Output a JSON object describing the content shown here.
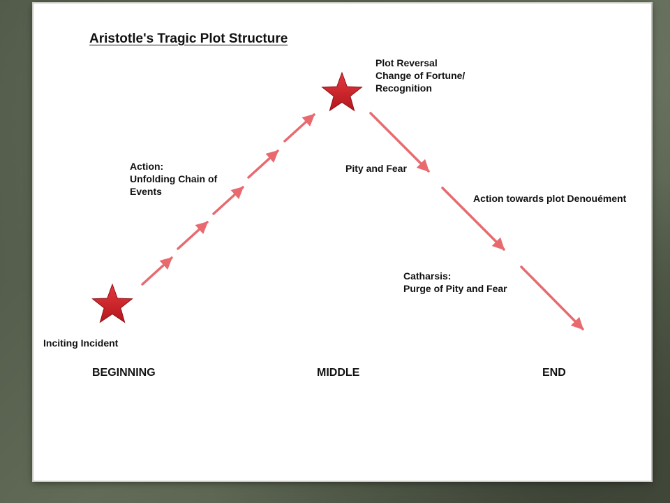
{
  "title": "Aristotle's Tragic Plot Structure",
  "labels": {
    "inciting": "Inciting Incident",
    "action": [
      "Action:",
      "Unfolding Chain of",
      "Events"
    ],
    "reversal": [
      "Plot Reversal",
      "Change of Fortune/",
      "Recognition"
    ],
    "pity": "Pity and Fear",
    "denouement": "Action towards plot Denouément",
    "catharsis": [
      "Catharsis:",
      "Purge of Pity and Fear"
    ]
  },
  "stages": {
    "beginning": "BEGINNING",
    "middle": "MIDDLE",
    "end": "END"
  },
  "colors": {
    "arrow": "#e86a6f",
    "star": "#cc2027",
    "star_edge": "#8f1015"
  }
}
